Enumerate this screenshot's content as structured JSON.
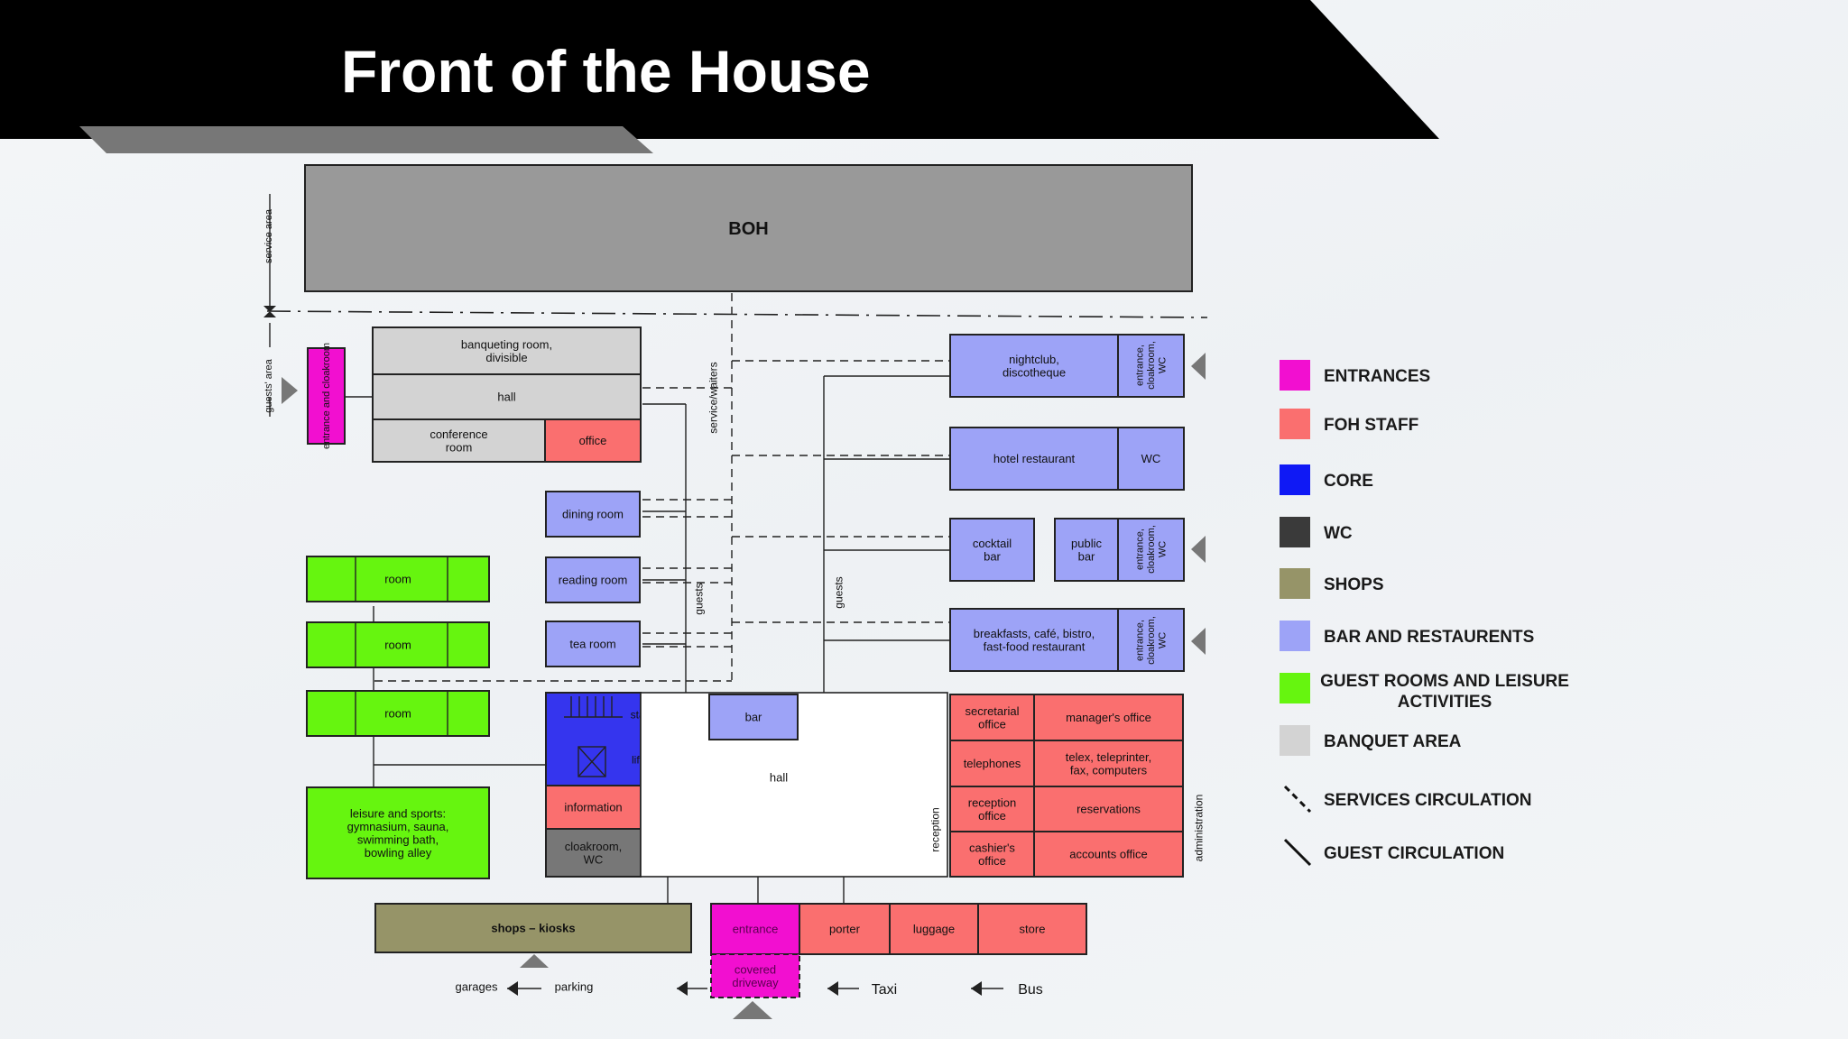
{
  "slide": {
    "title": "Front of the House"
  },
  "diagram": {
    "boh": "BOH",
    "zones": {
      "service_area": "service area",
      "guests_area": "guests' area"
    },
    "circulation": {
      "service_waiters": "service/waiters",
      "guests_left": "guests",
      "guests_right": "guests",
      "reception": "reception",
      "administration": "administration"
    },
    "rooms": {
      "entrance_cloakroom": "entrance and cloakroom",
      "banqueting_room": [
        "banqueting room,",
        "divisible"
      ],
      "hall_top": "hall",
      "conference_room": [
        "conference",
        "room"
      ],
      "office": "office",
      "dining_room": "dining room",
      "reading_room": "reading room",
      "tea_room": "tea room",
      "room_1": "room",
      "room_2": "room",
      "room_3": "room",
      "leisure_sports": [
        "leisure and sports:",
        "gymnasium, sauna,",
        "swimming bath,",
        "bowling alley"
      ],
      "stairs": "stairs",
      "lift": "lift",
      "information": "information",
      "cloakroom_wc": [
        "cloakroom,",
        "WC"
      ],
      "bar": "bar",
      "hall_main": "hall",
      "nightclub": [
        "nightclub,",
        "discotheque"
      ],
      "nightclub_side": [
        "entrance,",
        "cloakroom,",
        "WC"
      ],
      "hotel_restaurant": "hotel restaurant",
      "restaurant_wc": "WC",
      "cocktail_bar": [
        "cocktail",
        "bar"
      ],
      "public_bar": [
        "public",
        "bar"
      ],
      "public_bar_side": [
        "entrance,",
        "cloakroom,",
        "WC"
      ],
      "breakfast": [
        "breakfasts, café, bistro,",
        "fast-food restaurant"
      ],
      "breakfast_side": [
        "entrance,",
        "cloakroom,",
        "WC"
      ],
      "secretarial_office": [
        "secretarial",
        "office"
      ],
      "managers_office": "manager's office",
      "telephones": "telephones",
      "telex": [
        "telex, teleprinter,",
        "fax, computers"
      ],
      "reception_office": [
        "reception",
        "office"
      ],
      "reservations": "reservations",
      "cashiers_office": [
        "cashier's",
        "office"
      ],
      "accounts_office": "accounts office",
      "shops_kiosks": "shops – kiosks",
      "entrance": "entrance",
      "porter": "porter",
      "luggage": "luggage",
      "store": "store",
      "covered_driveway": [
        "covered",
        "driveway"
      ]
    },
    "access": {
      "garages": "garages",
      "parking": "parking",
      "taxi": "Taxi",
      "bus": "Bus"
    }
  },
  "legend": [
    {
      "label": [
        "ENTRANCES"
      ],
      "color": "#f20fd0",
      "kind": "swatch"
    },
    {
      "label": [
        "FOH STAFF"
      ],
      "color": "#fa6f6f",
      "kind": "swatch"
    },
    {
      "label": [
        "CORE"
      ],
      "color": "#0f19f5",
      "kind": "swatch"
    },
    {
      "label": [
        "WC"
      ],
      "color": "#3a3a3a",
      "kind": "swatch"
    },
    {
      "label": [
        "SHOPS"
      ],
      "color": "#969468",
      "kind": "swatch"
    },
    {
      "label": [
        "BAR AND RESTAURENTS"
      ],
      "color": "#9da3f7",
      "kind": "swatch"
    },
    {
      "label": [
        "GUEST ROOMS AND LEISURE",
        "ACTIVITIES"
      ],
      "color": "#66f50f",
      "kind": "swatch"
    },
    {
      "label": [
        "BANQUET AREA"
      ],
      "color": "#d3d3d3",
      "kind": "swatch"
    },
    {
      "label": [
        "SERVICES CIRCULATION"
      ],
      "color": "#111111",
      "kind": "dashed-line"
    },
    {
      "label": [
        "GUEST CIRCULATION"
      ],
      "color": "#111111",
      "kind": "solid-line"
    }
  ],
  "colors": {
    "entrance": "#f20fd0",
    "foh_staff": "#fa6f6f",
    "core": "#2b2bf0",
    "wc": "#777777",
    "shops": "#969468",
    "bar_restaurant": "#9da3f7",
    "guest_leisure": "#66f50f",
    "banquet": "#d3d3d3",
    "boh": "#999999",
    "banner": "#000000",
    "accent_bar": "#777777"
  }
}
